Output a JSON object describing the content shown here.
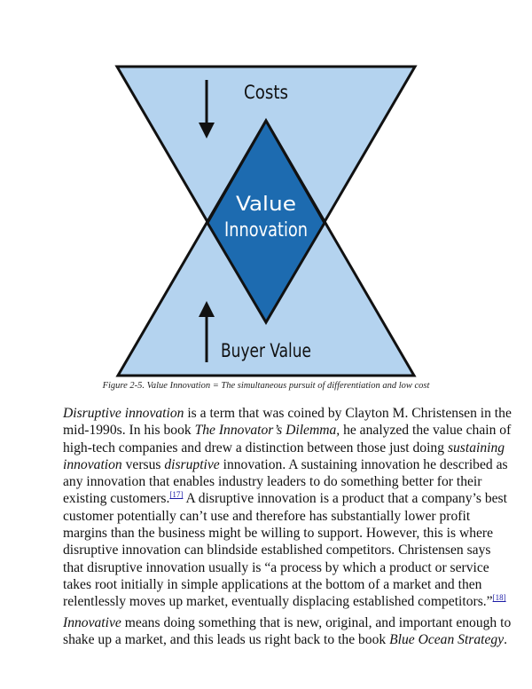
{
  "figure": {
    "labels": {
      "top": "Costs",
      "center_line1": "Value",
      "center_line2": "Innovation",
      "bottom": "Buyer Value"
    },
    "colors": {
      "light": "#b4d3ef",
      "dark": "#1d6bb0",
      "outline": "#111111"
    },
    "caption": "Figure 2-5. Value Innovation = The simultaneous pursuit of differentiation and low cost"
  },
  "paragraph1": {
    "l1_i": "Disruptive innovation",
    "l1": " is a term that was coined by Clayton M. Christensen in the",
    "l2": "mid-1990s. In his book ",
    "l2_i": "The Innovator’s Dilemma,",
    "l2b": " he analyzed the value chain of",
    "l3": "high-tech companies and drew a distinction between those just doing ",
    "l3_i": "sustaining",
    "l4_i": "innovation",
    "l4": " versus ",
    "l4_i2": "disruptive",
    "l4b": " innovation. A sustaining innovation he described as",
    "l5": "any innovation that enables industry leaders to do something better for their",
    "l6": "existing customers.",
    "fn1": "[17]",
    "l6b": " A disruptive innovation is a product that a company’s best",
    "l7": "customer potentially can’t use and therefore has substantially lower profit",
    "l8": "margins than the business might be willing to support. However, this is where",
    "l9": "disruptive innovation can blindside established competitors. Christensen says",
    "l10": "that disruptive innovation usually is “a process by which a product or service",
    "l11": "takes root initially in simple applications at the bottom of a market and then",
    "l12": "relentlessly moves up market, eventually displacing established competitors.”",
    "fn2": "[18]"
  },
  "paragraph2": {
    "l1_i": "Innovative",
    "l1": " means doing something that is new, original, and important enough to",
    "l2": "shake up a market, and this leads us right back to the book ",
    "l2_i": "Blue Ocean Strategy",
    "l2b": "."
  }
}
